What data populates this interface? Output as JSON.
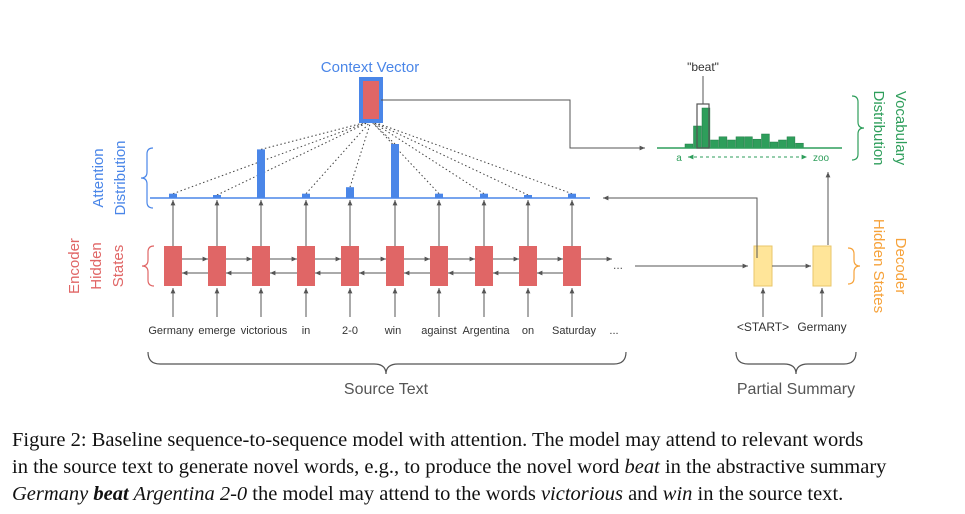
{
  "colors": {
    "blue": "#4a86e8",
    "red": "#e06666",
    "green": "#2e9e5b",
    "yellow": "#ffe599",
    "orange": "#f6a23a",
    "gray": "#555555"
  },
  "labels": {
    "context_vector": "Context Vector",
    "beat_quote": "\"beat\"",
    "vocab_dist_line1": "Vocabulary",
    "vocab_dist_line2": "Distribution",
    "attention_line1": "Attention",
    "attention_line2": "Distribution",
    "encoder_line1": "Encoder",
    "encoder_line2": "Hidden",
    "encoder_line3": "States",
    "decoder_line1": "Decoder",
    "decoder_line2": "Hidden States",
    "vocab_start": "a",
    "vocab_end": "zoo",
    "source_text": "Source Text",
    "partial_summary": "Partial Summary",
    "ellipsis": "..."
  },
  "source_words": [
    "Germany",
    "emerge",
    "victorious",
    "in",
    "2-0",
    "win",
    "against",
    "Argentina",
    "on",
    "Saturday",
    "..."
  ],
  "summary_words": [
    "<START>",
    "Germany"
  ],
  "attention_weights": [
    0.08,
    0.04,
    0.9,
    0.08,
    0.2,
    1.0,
    0.08,
    0.08,
    0.04,
    0.08
  ],
  "vocab_weights": [
    0.1,
    0.55,
    1.0,
    0.2,
    0.28,
    0.2,
    0.28,
    0.28,
    0.22,
    0.35,
    0.15,
    0.2,
    0.28,
    0.12
  ],
  "caption": {
    "line1": "Figure 2: Baseline sequence-to-sequence model with attention. The model may attend to relevant words",
    "line2_a": "in the source text to generate novel words, e.g., to produce the novel word ",
    "line2_beat": "beat",
    "line2_b": " in the abstractive summary",
    "line3_germany": "Germany ",
    "line3_beat": "beat",
    "line3_arg": " Argentina 2-0",
    "line3_a": " the model may attend to the words ",
    "line3_victorious": "victorious",
    "line3_and": " and ",
    "line3_win": "win",
    "line3_b": " in the source text."
  }
}
